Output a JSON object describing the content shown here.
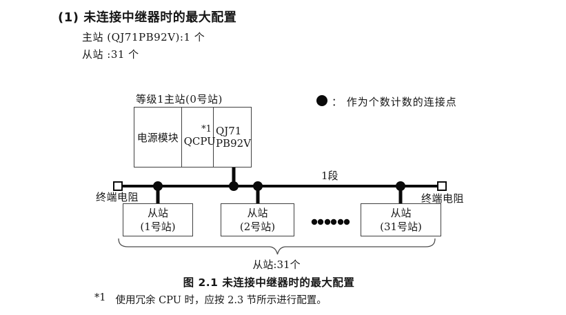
{
  "header": {
    "title": "(1) 未连接中继器时的最大配置",
    "master_line": "主站 (QJ71PB92V):1 个",
    "slave_line": "从站 :31 个"
  },
  "diagram": {
    "master_station_label": "等级1主站(0号站)",
    "master_cells": {
      "power": "电源模块",
      "cpu": "QCPU",
      "cpu_footnote_ref": "*1",
      "module_line1": "QJ71",
      "module_line2": "PB92V"
    },
    "legend_text": "：  作为个数计数的连接点",
    "segment_label": "1段",
    "terminator_left_label": "终端电阻",
    "terminator_right_label": "终端电阻",
    "slaves": [
      {
        "line1": "从站",
        "line2": "(1号站)"
      },
      {
        "line1": "从站",
        "line2": "(2号站)"
      },
      {
        "line1": "从站",
        "line2": "(31号站)"
      }
    ],
    "slave_total_label": "从站:31个"
  },
  "caption": "图 2.1 未连接中继器时的最大配置",
  "footnote": {
    "marker": "*1",
    "text": "使用冗余 CPU 时，应按 2.3 节所示进行配置。"
  }
}
